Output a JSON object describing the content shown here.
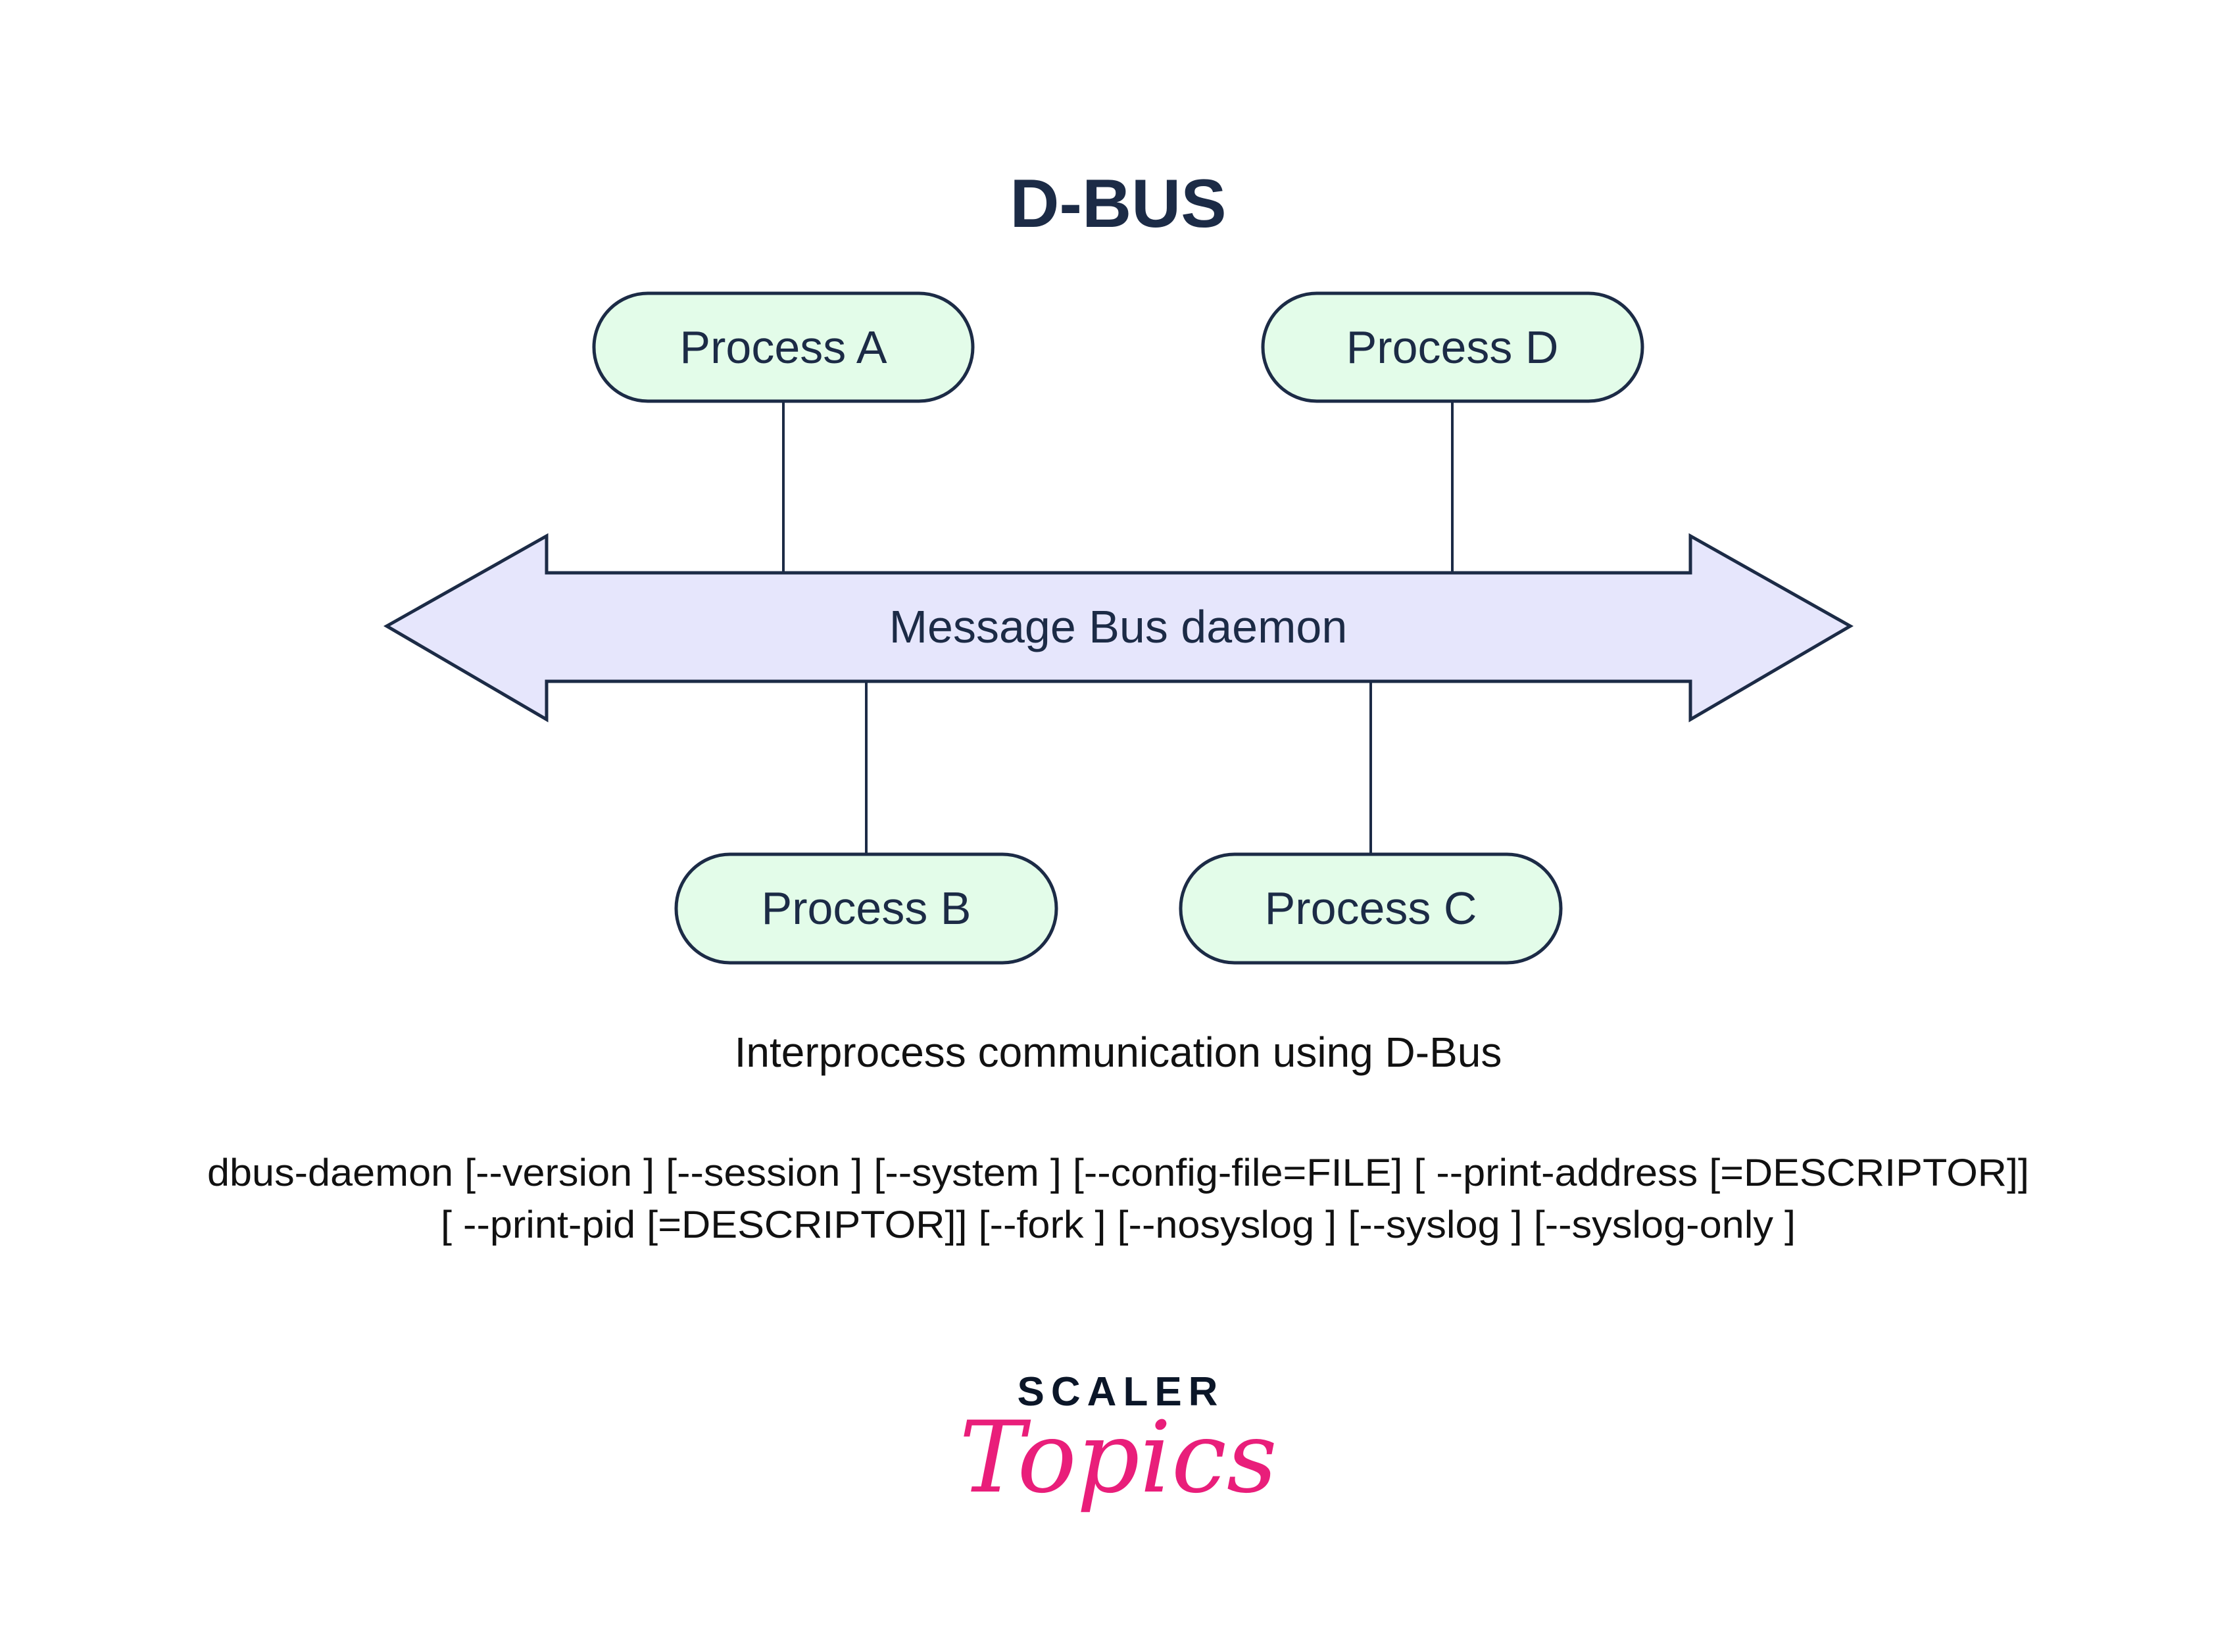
{
  "title": "D-BUS",
  "colors": {
    "ink": "#1c2b46",
    "process_fill": "#e3fce9",
    "bus_fill": "#e6e6fc",
    "brand_pink": "#e91e7a",
    "brand_dark": "#0b1628"
  },
  "bus": {
    "label": "Message Bus daemon",
    "direction": "bidirectional"
  },
  "processes": [
    {
      "id": "A",
      "label": "Process A",
      "side": "top"
    },
    {
      "id": "D",
      "label": "Process D",
      "side": "top"
    },
    {
      "id": "B",
      "label": "Process B",
      "side": "bottom"
    },
    {
      "id": "C",
      "label": "Process C",
      "side": "bottom"
    }
  ],
  "connections": [
    {
      "from": "Process A",
      "to": "Message Bus daemon"
    },
    {
      "from": "Process D",
      "to": "Message Bus daemon"
    },
    {
      "from": "Process B",
      "to": "Message Bus daemon"
    },
    {
      "from": "Process C",
      "to": "Message Bus daemon"
    }
  ],
  "caption": "Interprocess communication using D-Bus",
  "command": {
    "line1": "dbus-daemon [--version ] [--session ] [--system ] [--config-file=FILE] [ --print-address [=DESCRIPTOR]]",
    "line2": "[ --print-pid [=DESCRIPTOR]] [--fork ] [--nosyslog ] [--syslog ] [--syslog-only ]"
  },
  "logo": {
    "line1": "SCALER",
    "line2": "Topics"
  }
}
